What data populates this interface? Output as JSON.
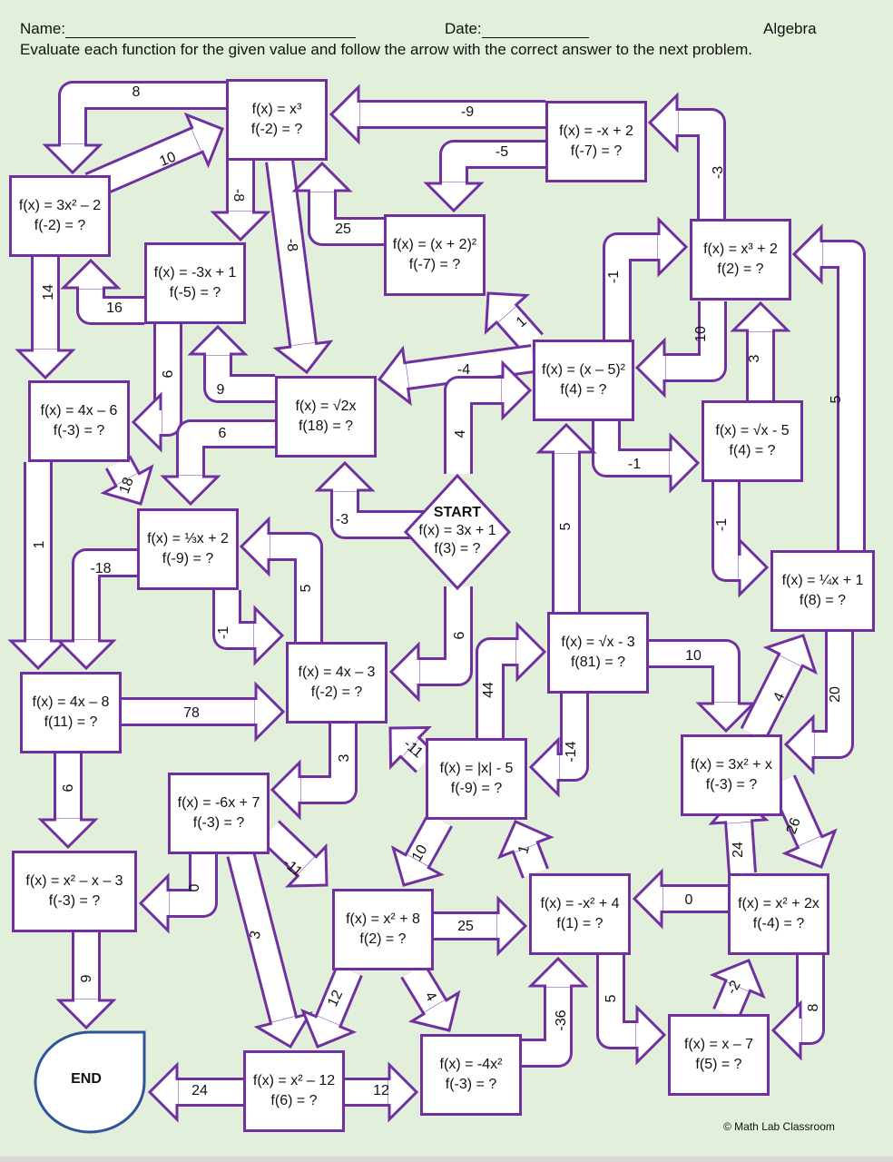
{
  "header": {
    "name_label": "Name:",
    "date_label": "Date:",
    "subject": "Algebra",
    "instructions": "Evaluate each function for the given value and follow the arrow with the correct answer to the next problem."
  },
  "colors": {
    "arrow_outline": "#7030a0",
    "background": "#e2efda",
    "end_outline": "#2f5597"
  },
  "start": {
    "title": "START",
    "func": "f(x) = 3x + 1",
    "eval": "f(3) = ?"
  },
  "end": {
    "label": "END"
  },
  "boxes": [
    {
      "id": "b1",
      "func": "f(x) = x³",
      "eval": "f(-2) = ?"
    },
    {
      "id": "b2",
      "func": "f(x) = -x + 2",
      "eval": "f(-7) = ?"
    },
    {
      "id": "b3",
      "func": "f(x) = 3x² – 2",
      "eval": "f(-2) = ?"
    },
    {
      "id": "b4",
      "func": "f(x) = -3x + 1",
      "eval": "f(-5) = ?"
    },
    {
      "id": "b5",
      "func": "f(x) = (x + 2)²",
      "eval": "f(-7) = ?"
    },
    {
      "id": "b6",
      "func": "f(x) = x³ + 2",
      "eval": "f(2) = ?"
    },
    {
      "id": "b7",
      "func": "f(x) = 4x – 6",
      "eval": "f(-3) = ?"
    },
    {
      "id": "b8",
      "func": "f(x) = √2x",
      "eval": "f(18) = ?"
    },
    {
      "id": "b9",
      "func": "f(x) = (x – 5)²",
      "eval": "f(4) = ?"
    },
    {
      "id": "b10",
      "func": "f(x) = √x - 5",
      "eval": "f(4) = ?"
    },
    {
      "id": "b11",
      "func": "f(x) = ⅓x + 2",
      "eval": "f(-9) = ?"
    },
    {
      "id": "b12",
      "func": "f(x) = ¼x + 1",
      "eval": "f(8) = ?"
    },
    {
      "id": "b13",
      "func": "f(x) = √x - 3",
      "eval": "f(81) = ?"
    },
    {
      "id": "b14",
      "func": "f(x) = 4x – 3",
      "eval": "f(-2) = ?"
    },
    {
      "id": "b15",
      "func": "f(x) = 4x – 8",
      "eval": "f(11) = ?"
    },
    {
      "id": "b16",
      "func": "f(x) = 3x² + x",
      "eval": "f(-3) = ?"
    },
    {
      "id": "b17",
      "func": "f(x) = |x| - 5",
      "eval": "f(-9) = ?"
    },
    {
      "id": "b18",
      "func": "f(x) = -6x + 7",
      "eval": "f(-3) = ?"
    },
    {
      "id": "b19",
      "func": "f(x) = x² – x – 3",
      "eval": "f(-3) = ?"
    },
    {
      "id": "b20",
      "func": "f(x) = x² + 8",
      "eval": "f(2) = ?"
    },
    {
      "id": "b21",
      "func": "f(x) = -x² + 4",
      "eval": "f(1) = ?"
    },
    {
      "id": "b22",
      "func": "f(x) = x² + 2x",
      "eval": "f(-4) = ?"
    },
    {
      "id": "b23",
      "func": "f(x) = -4x²",
      "eval": "f(-3) = ?"
    },
    {
      "id": "b24",
      "func": "f(x) = x – 7",
      "eval": "f(5) = ?"
    },
    {
      "id": "b25",
      "func": "f(x) = x² – 12",
      "eval": "f(6) = ?"
    }
  ],
  "arrow_labels": [
    "8",
    "10",
    "-9",
    "-5",
    "-3",
    "-8",
    "-8",
    "25",
    "14",
    "16",
    "-1",
    "1",
    "10",
    "3",
    "5",
    "6",
    "9",
    "-4",
    "6",
    "18",
    "-1",
    "-1",
    "-3",
    "4",
    "1",
    "-18",
    "-1",
    "5",
    "5",
    "6",
    "10",
    "78",
    "44",
    "4",
    "20",
    "3",
    "-11",
    "-14",
    "6",
    "26",
    "24",
    "0",
    "-11",
    "10",
    "1",
    "3",
    "25",
    "0",
    "24",
    "12",
    "4",
    "-36",
    "5",
    "-2",
    "8",
    "9",
    "12",
    "24"
  ],
  "footer": {
    "copyright": "© Math Lab Classroom"
  }
}
